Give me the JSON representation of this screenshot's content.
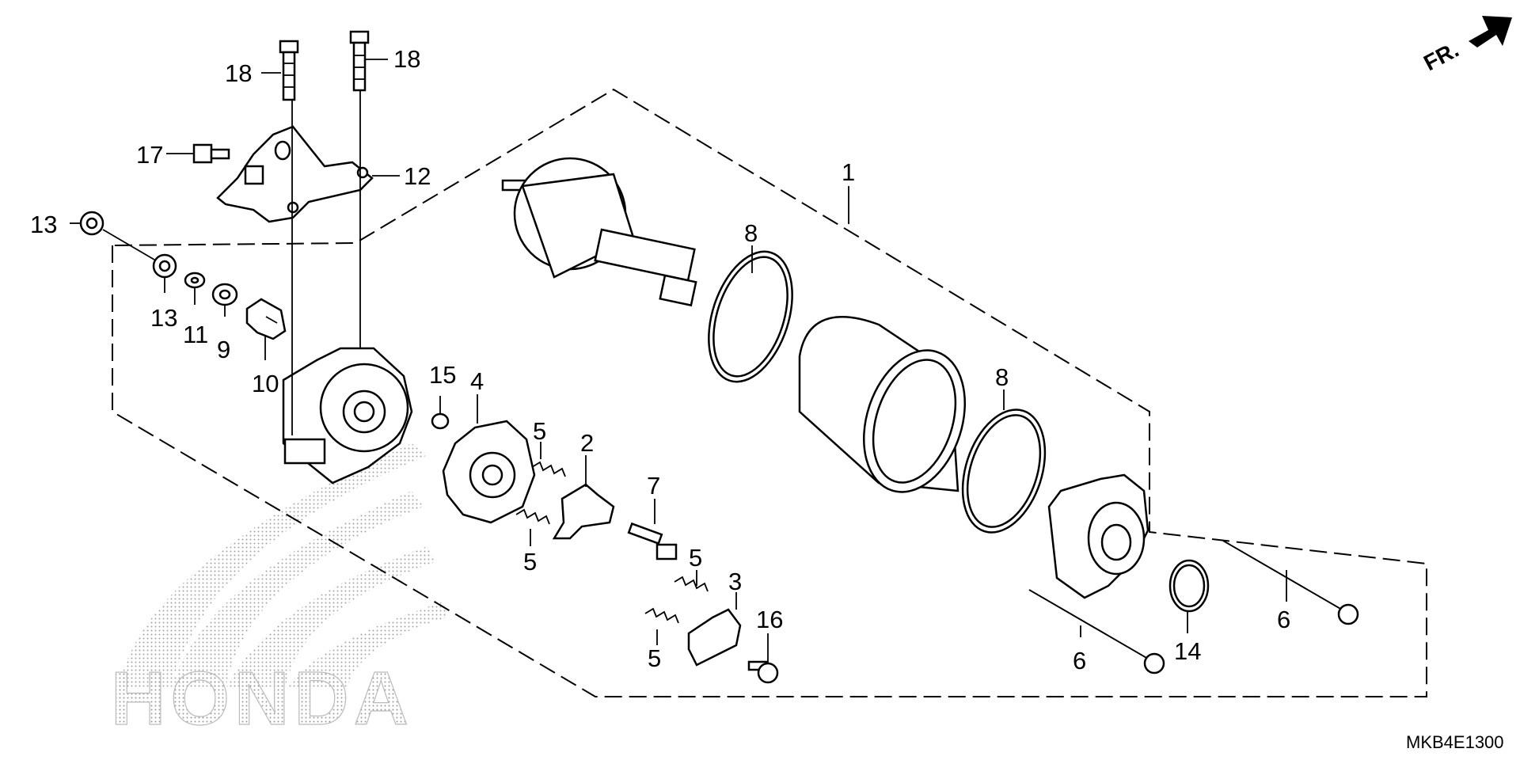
{
  "diagram": {
    "figure_code": "MKB4E1300",
    "direction_label": "FR.",
    "watermark_text": "HONDA",
    "watermark_logo": "honda-wing-logo",
    "callouts": [
      {
        "id": "c1",
        "label": "1"
      },
      {
        "id": "c2",
        "label": "2"
      },
      {
        "id": "c3",
        "label": "3"
      },
      {
        "id": "c4",
        "label": "4"
      },
      {
        "id": "c5a",
        "label": "5"
      },
      {
        "id": "c5b",
        "label": "5"
      },
      {
        "id": "c5c",
        "label": "5"
      },
      {
        "id": "c5d",
        "label": "5"
      },
      {
        "id": "c6a",
        "label": "6"
      },
      {
        "id": "c6b",
        "label": "6"
      },
      {
        "id": "c7",
        "label": "7"
      },
      {
        "id": "c8a",
        "label": "8"
      },
      {
        "id": "c8b",
        "label": "8"
      },
      {
        "id": "c9",
        "label": "9"
      },
      {
        "id": "c10",
        "label": "10"
      },
      {
        "id": "c11",
        "label": "11"
      },
      {
        "id": "c12",
        "label": "12"
      },
      {
        "id": "c13a",
        "label": "13"
      },
      {
        "id": "c13b",
        "label": "13"
      },
      {
        "id": "c14",
        "label": "14"
      },
      {
        "id": "c15",
        "label": "15"
      },
      {
        "id": "c16",
        "label": "16"
      },
      {
        "id": "c17",
        "label": "17"
      },
      {
        "id": "c18a",
        "label": "18"
      },
      {
        "id": "c18b",
        "label": "18"
      }
    ]
  }
}
